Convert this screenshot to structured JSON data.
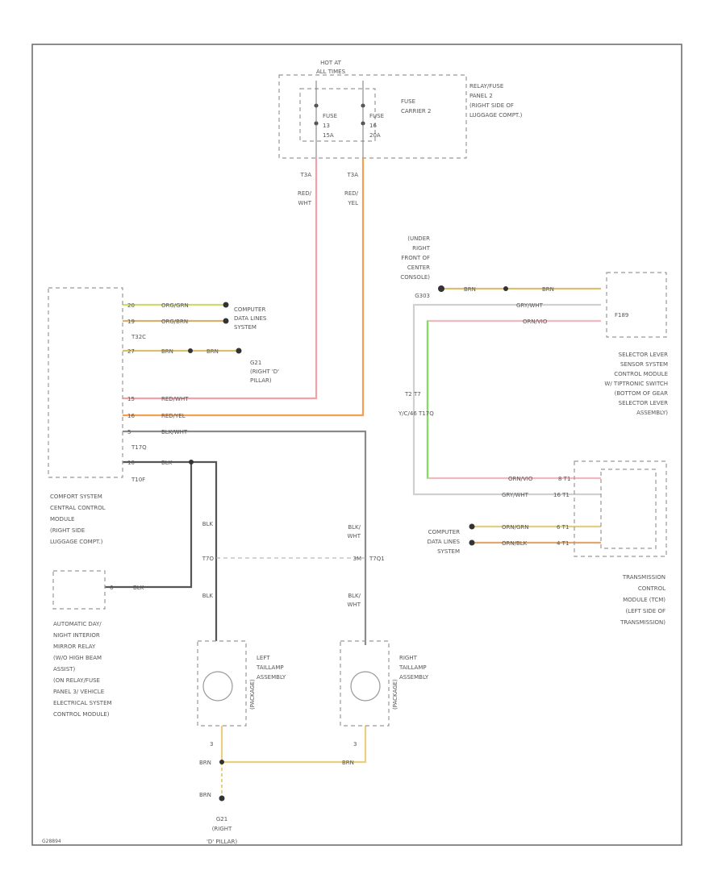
{
  "colors": {
    "red_wht": "#f4a0a8",
    "red_yel": "#f5a050",
    "blk": "#555555",
    "blk_wht": "#8a8a8a",
    "gry_wht": "#c8c8c8",
    "brn": "#d9c070",
    "org_brn": "#d8b070",
    "org_grn": "#d0d870",
    "green": "#7ee060"
  },
  "fuse_panel": {
    "hot_label": [
      "HOT AT",
      "ALL TIMES"
    ],
    "fuse_a": [
      "FUSE",
      "13",
      "15A"
    ],
    "fuse_b": [
      "FUSE",
      "16",
      "20A"
    ],
    "carrier": [
      "FUSE",
      "CARRIER 2"
    ],
    "panel": [
      "RELAY/FUSE",
      "PANEL 2",
      "(RIGHT SIDE OF",
      "LUGGAGE COMPT.)"
    ],
    "wire_a": {
      "pin": "T3A",
      "color": [
        "RED/",
        "WHT"
      ]
    },
    "wire_b": {
      "pin": "T3A",
      "color": [
        "RED/",
        "YEL"
      ]
    }
  },
  "comfort_module": {
    "label": [
      "COMFORT SYSTEM",
      "CENTRAL CONTROL",
      "MODULE",
      "(RIGHT SIDE",
      "LUGGAGE COMPT.)"
    ],
    "connectors": [
      "T32C",
      "T17Q",
      "T10F"
    ],
    "pins": [
      {
        "pin": "20",
        "color": "ORG/GRN"
      },
      {
        "pin": "19",
        "color": "ORG/BRN"
      },
      {
        "pin": "27",
        "color": "BRN",
        "color2": "BRN"
      },
      {
        "pin": "15",
        "color": "RED/WHT"
      },
      {
        "pin": "16",
        "color": "RED/YEL"
      },
      {
        "pin": "5",
        "color": "BLK/WHT"
      },
      {
        "pin": "10",
        "color": "BLK"
      }
    ],
    "data_lines": [
      "COMPUTER",
      "DATA LINES",
      "SYSTEM"
    ],
    "ground": [
      "G21",
      "(RIGHT 'D'",
      "PILLAR)"
    ]
  },
  "mirror_relay": {
    "pin": "6",
    "color": "BLK",
    "label": [
      "AUTOMATIC DAY/",
      "NIGHT INTERIOR",
      "MIRROR RELAY",
      "(W/O HIGH BEAM",
      "ASSIST)",
      "(ON RELAY/FUSE",
      "PANEL 3/ VEHICLE",
      "ELECTRICAL SYSTEM",
      "CONTROL MODULE)"
    ]
  },
  "taillamps": {
    "left_wire": [
      "BLK",
      "BLK"
    ],
    "right_wire": [
      [
        "BLK/",
        "WHT"
      ],
      [
        "BLK/",
        "WHT"
      ]
    ],
    "connector_left": "T7O",
    "connector_right": [
      "3M",
      "T7Q1"
    ],
    "left_label": [
      "LEFT",
      "TAILLAMP",
      "ASSEMBLY"
    ],
    "right_label": [
      "RIGHT",
      "TAILLAMP",
      "ASSEMBLY"
    ],
    "left_sub": "(PACKAGE)",
    "right_sub": "(PACKAGE)",
    "ground_pin": [
      "3",
      "3"
    ],
    "ground_colors": [
      "BRN",
      "BRN",
      "BRN"
    ],
    "ground_label": [
      "G21",
      "(RIGHT",
      "'D' PILLAR)"
    ]
  },
  "selector": {
    "ground_label": [
      "(UNDER",
      "RIGHT",
      "FRONT OF",
      "CENTER",
      "CONSOLE)",
      "G303"
    ],
    "colors": [
      "BRN",
      "BRN",
      "GRY/WHT",
      "ORN/VIO"
    ],
    "module": "F189",
    "label": [
      "SELECTOR LEVER",
      "SENSOR SYSTEM",
      "CONTROL MODULE",
      "W/ TIPTRONIC SWITCH",
      "(BOTTOM OF GEAR",
      "SELECTOR LEVER",
      "ASSEMBLY)"
    ],
    "splice": [
      "T2 T7",
      "Y/C/46 T17Q"
    ]
  },
  "tcm": {
    "wires": [
      {
        "color": "ORN/VIO",
        "pin": "8 T1"
      },
      {
        "color": "GRY/WHT",
        "pin": "16 T1"
      },
      {
        "color": "ORN/GRN",
        "pin": "6 T1"
      },
      {
        "color": "ORN/BLK",
        "pin": "4 T1"
      }
    ],
    "data_lines": [
      "COMPUTER",
      "DATA LINES",
      "SYSTEM"
    ],
    "label": [
      "TRANSMISSION",
      "CONTROL",
      "MODULE (TCM)",
      "(LEFT SIDE OF",
      "TRANSMISSION)"
    ]
  },
  "figure_id": "G28894"
}
